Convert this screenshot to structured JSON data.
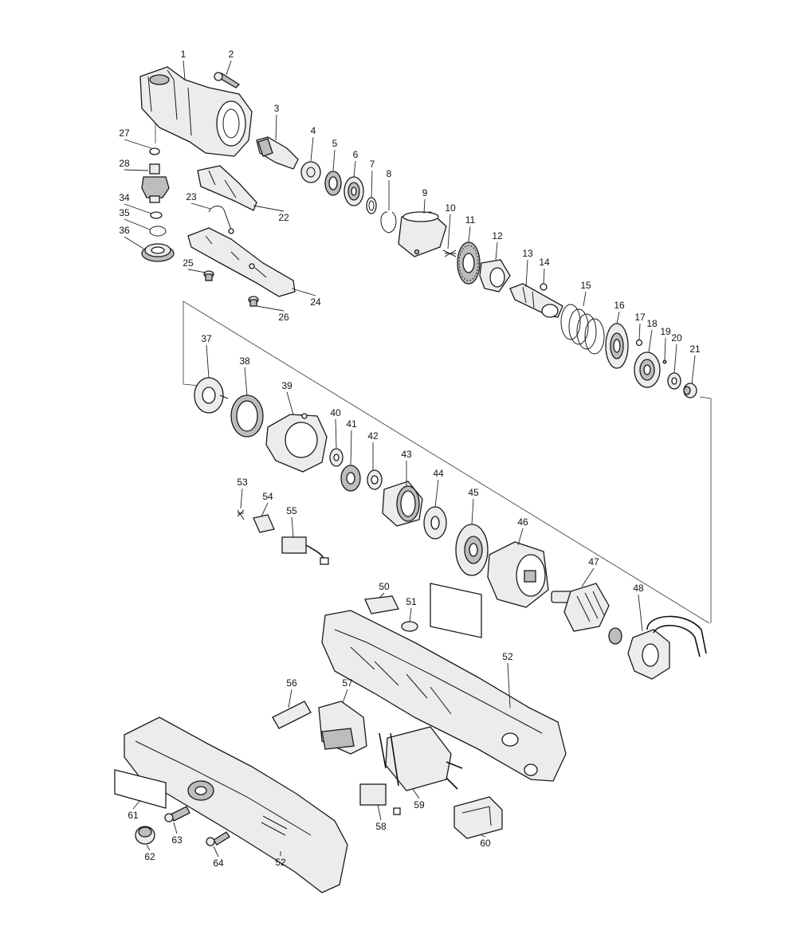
{
  "diagram": {
    "callouts": [
      "1",
      "2",
      "3",
      "4",
      "5",
      "6",
      "7",
      "8",
      "9",
      "10",
      "11",
      "12",
      "13",
      "14",
      "15",
      "16",
      "17",
      "18",
      "19",
      "20",
      "21",
      "22",
      "23",
      "24",
      "25",
      "26",
      "27",
      "28",
      "34",
      "35",
      "36",
      "37",
      "38",
      "39",
      "40",
      "41",
      "42",
      "43",
      "44",
      "45",
      "46",
      "47",
      "48",
      "50",
      "51",
      "52",
      "52",
      "53",
      "54",
      "55",
      "56",
      "57",
      "58",
      "59",
      "60",
      "61",
      "62",
      "63",
      "64"
    ]
  }
}
